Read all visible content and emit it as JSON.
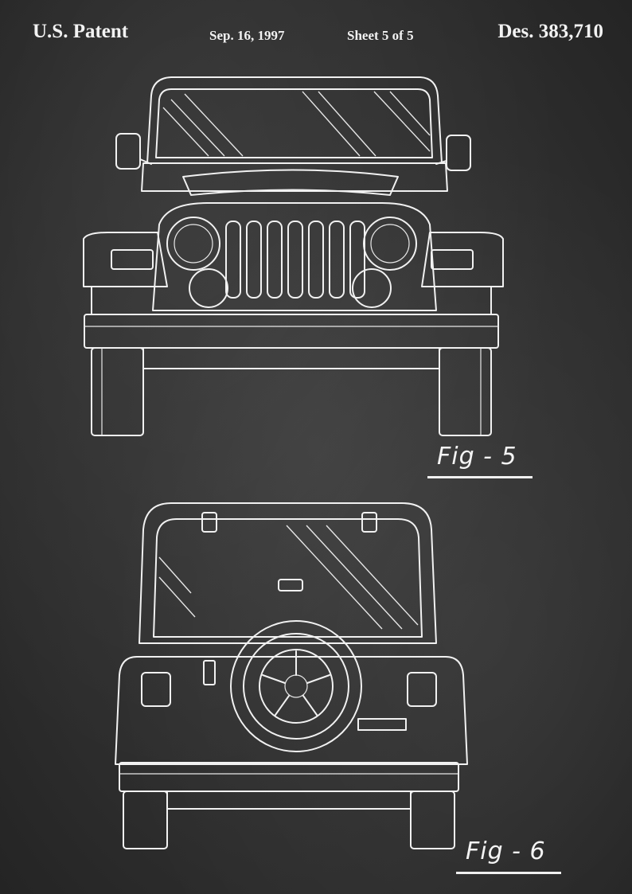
{
  "header": {
    "left": "U.S. Patent",
    "date": "Sep. 16, 1997",
    "sheet": "Sheet 5 of 5",
    "right": "Des. 383,710"
  },
  "figures": [
    {
      "label": "Fig - 5",
      "view": "front"
    },
    {
      "label": "Fig - 6",
      "view": "rear"
    }
  ],
  "colors": {
    "board": "#2f2f2f",
    "chalk": "#f1f1f1"
  }
}
